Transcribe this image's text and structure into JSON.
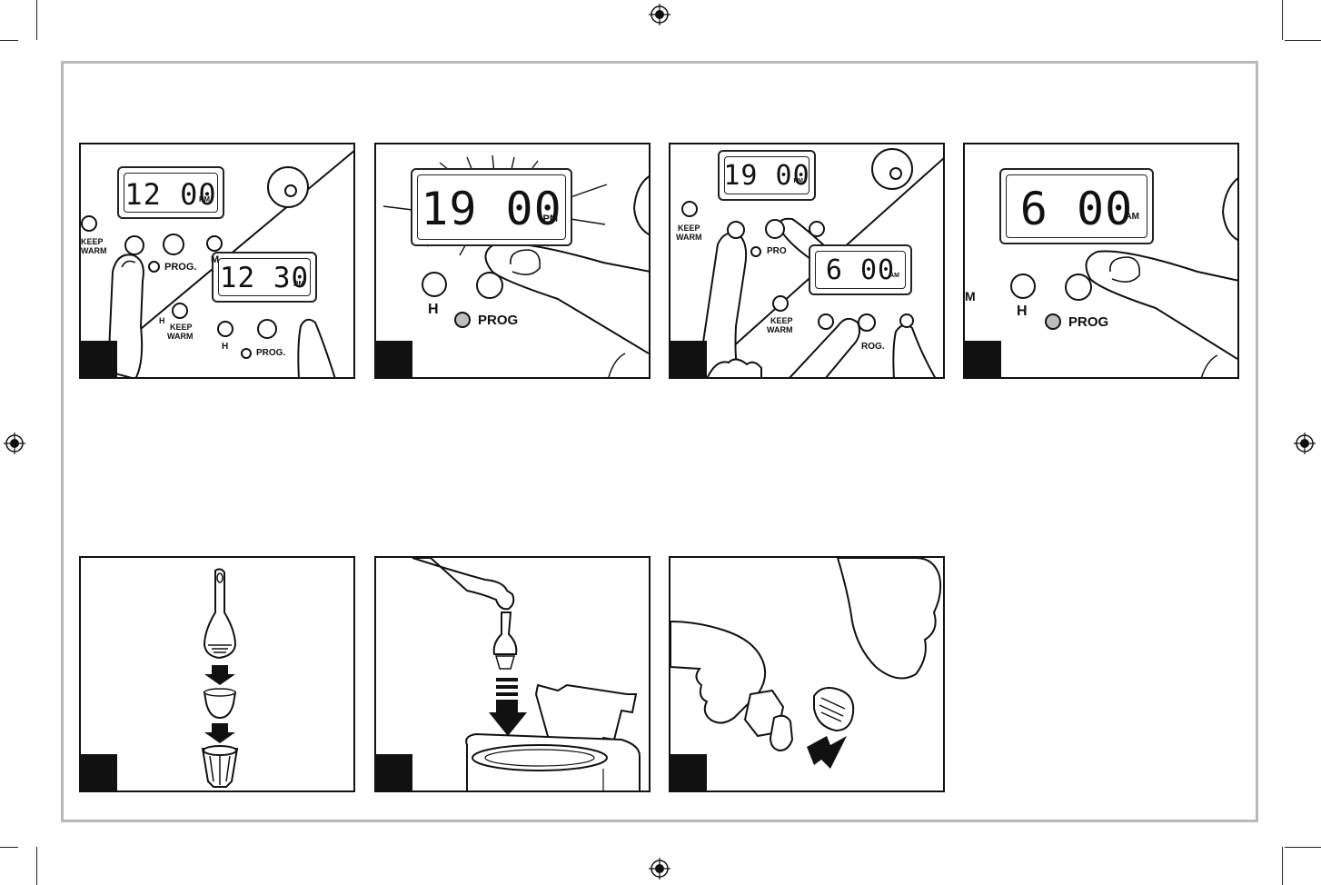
{
  "panels_top": [
    {
      "id": "step-set-clock",
      "displays": [
        {
          "time": "12 00",
          "suffix": "PM"
        },
        {
          "time": "12 30",
          "suffix": "PM"
        }
      ],
      "labels": {
        "keep": "KEEP",
        "warm_a": "WARM",
        "prog_a": "PROG.",
        "m": "M",
        "h_partial": "H",
        "keep2": "KEEP",
        "warm_b": "WARM",
        "h": "H",
        "prog_b": "PROG."
      }
    },
    {
      "id": "step-prog-flash",
      "displays": [
        {
          "time": "19 00",
          "suffix": "PM"
        }
      ],
      "labels": {
        "h": "H",
        "prog": "PROG"
      }
    },
    {
      "id": "step-set-prog-time",
      "displays": [
        {
          "time": "19 00",
          "suffix": "PM"
        },
        {
          "time": "6 00",
          "suffix": "AM"
        }
      ],
      "labels": {
        "keep": "KEEP",
        "warm_a": "WARM",
        "prog_a": "PRO",
        "keep2": "KEEP",
        "warm_b": "WARM",
        "prog_b": "ROG."
      }
    },
    {
      "id": "step-confirm",
      "displays": [
        {
          "time": "6 00",
          "suffix": "AM"
        }
      ],
      "labels": {
        "m": "M",
        "h": "H",
        "prog": "PROG"
      }
    }
  ],
  "panels_bottom": [
    {
      "id": "step-assemble-filter"
    },
    {
      "id": "step-insert-filter"
    },
    {
      "id": "step-remove-filter"
    }
  ],
  "colors": {
    "frame": "#b9b9b9",
    "ink": "#111111",
    "button_pressed": "#bdbdbd"
  }
}
